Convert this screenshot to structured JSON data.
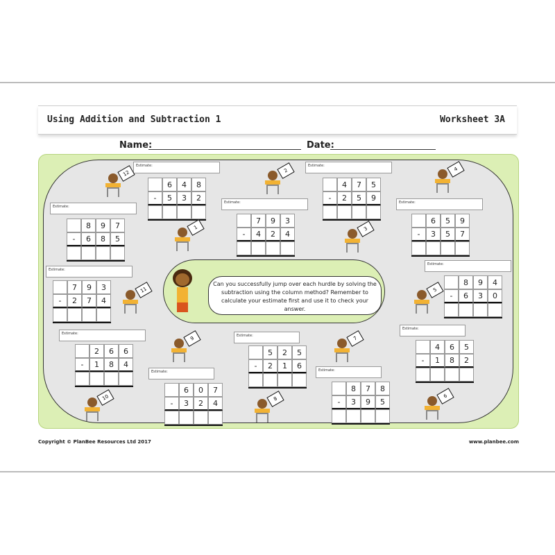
{
  "header": {
    "title": "Using Addition and Subtraction 1",
    "worksheet": "Worksheet 3A"
  },
  "fields": {
    "name_label": "Name:",
    "date_label": "Date:"
  },
  "instructions": "Can you successfully jump over each hurdle by solving the subtraction using the column method? Remember to calculate your estimate first and use it to check your answer.",
  "estimate_label": "Estimate:",
  "operator": "-",
  "problems": [
    {
      "top": "648",
      "bottom": "532"
    },
    {
      "top": "897",
      "bottom": "685"
    },
    {
      "top": "793",
      "bottom": "424"
    },
    {
      "top": "475",
      "bottom": "259"
    },
    {
      "top": "659",
      "bottom": "357"
    },
    {
      "top": "793",
      "bottom": "274"
    },
    {
      "top": "894",
      "bottom": "630"
    },
    {
      "top": "266",
      "bottom": "184"
    },
    {
      "top": "607",
      "bottom": "324"
    },
    {
      "top": "525",
      "bottom": "216"
    },
    {
      "top": "878",
      "bottom": "395"
    },
    {
      "top": "465",
      "bottom": "182"
    }
  ],
  "hurdles": [
    "12",
    "2",
    "4",
    "1",
    "3",
    "11",
    "5",
    "9",
    "7",
    "10",
    "8",
    "6"
  ],
  "footer": {
    "copyright": "Copyright © PlanBee Resources Ltd 2017",
    "website": "www.planbee.com"
  }
}
